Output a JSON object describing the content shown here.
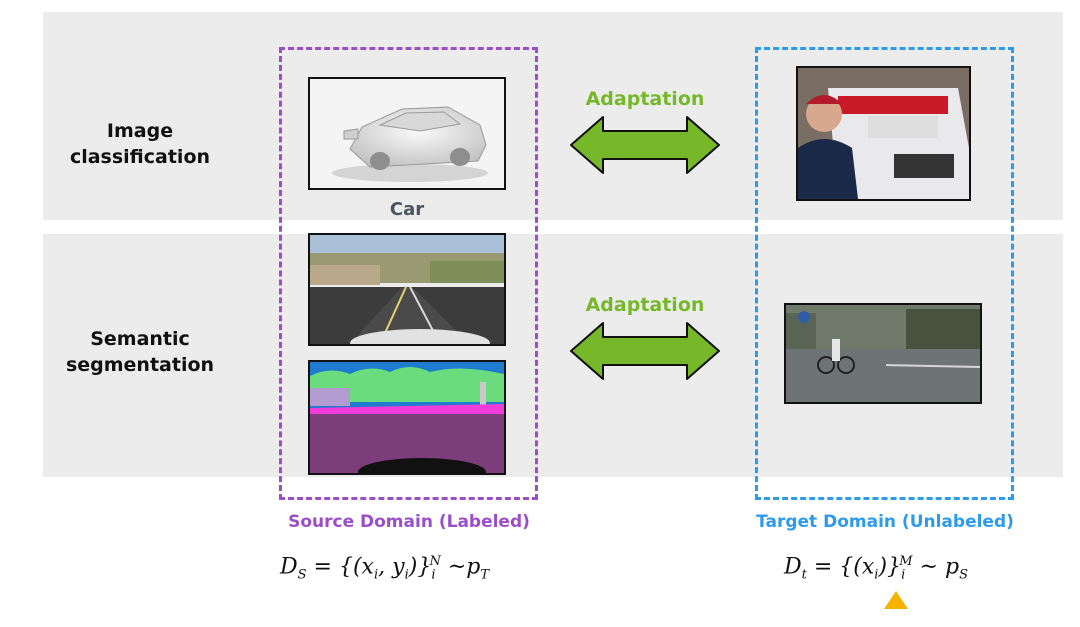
{
  "rows": {
    "classification": {
      "line1": "Image",
      "line2": "classification"
    },
    "segmentation": {
      "line1": "Semantic",
      "line2": "segmentation"
    }
  },
  "source": {
    "car_caption": "Car",
    "domain_label": "Source Domain (Labeled)"
  },
  "target": {
    "domain_label": "Target Domain (Unlabeled)"
  },
  "arrows": {
    "top_label": "Adaptation",
    "bottom_label": "Adaptation"
  },
  "formulas": {
    "source": {
      "lhs": "D",
      "lhs_sub": "S",
      "eq": " = ",
      "body": "{(x",
      "xi": "i",
      "comma": ", y",
      "yi": "i",
      "close": ")}",
      "sub": "i",
      "sup": "N",
      "tail": " ~p",
      "tail_sub": "T"
    },
    "target": {
      "lhs": "D",
      "lhs_sub": "t",
      "eq": " = ",
      "body": "{(x",
      "xi": "i",
      "close": ")}",
      "sub": "i",
      "sup": "M",
      "tail": " ~ p",
      "tail_sub": "S"
    }
  },
  "colors": {
    "source_accent": "#9b4fc6",
    "target_accent": "#2d9bea",
    "adaptation_green": "#76b82a",
    "pointer_yellow": "#f6b400",
    "band_gray": "#ececec"
  },
  "icons": {
    "top_arrow": "double-arrow-icon",
    "bottom_arrow": "double-arrow-icon",
    "pointer": "up-triangle-icon"
  }
}
